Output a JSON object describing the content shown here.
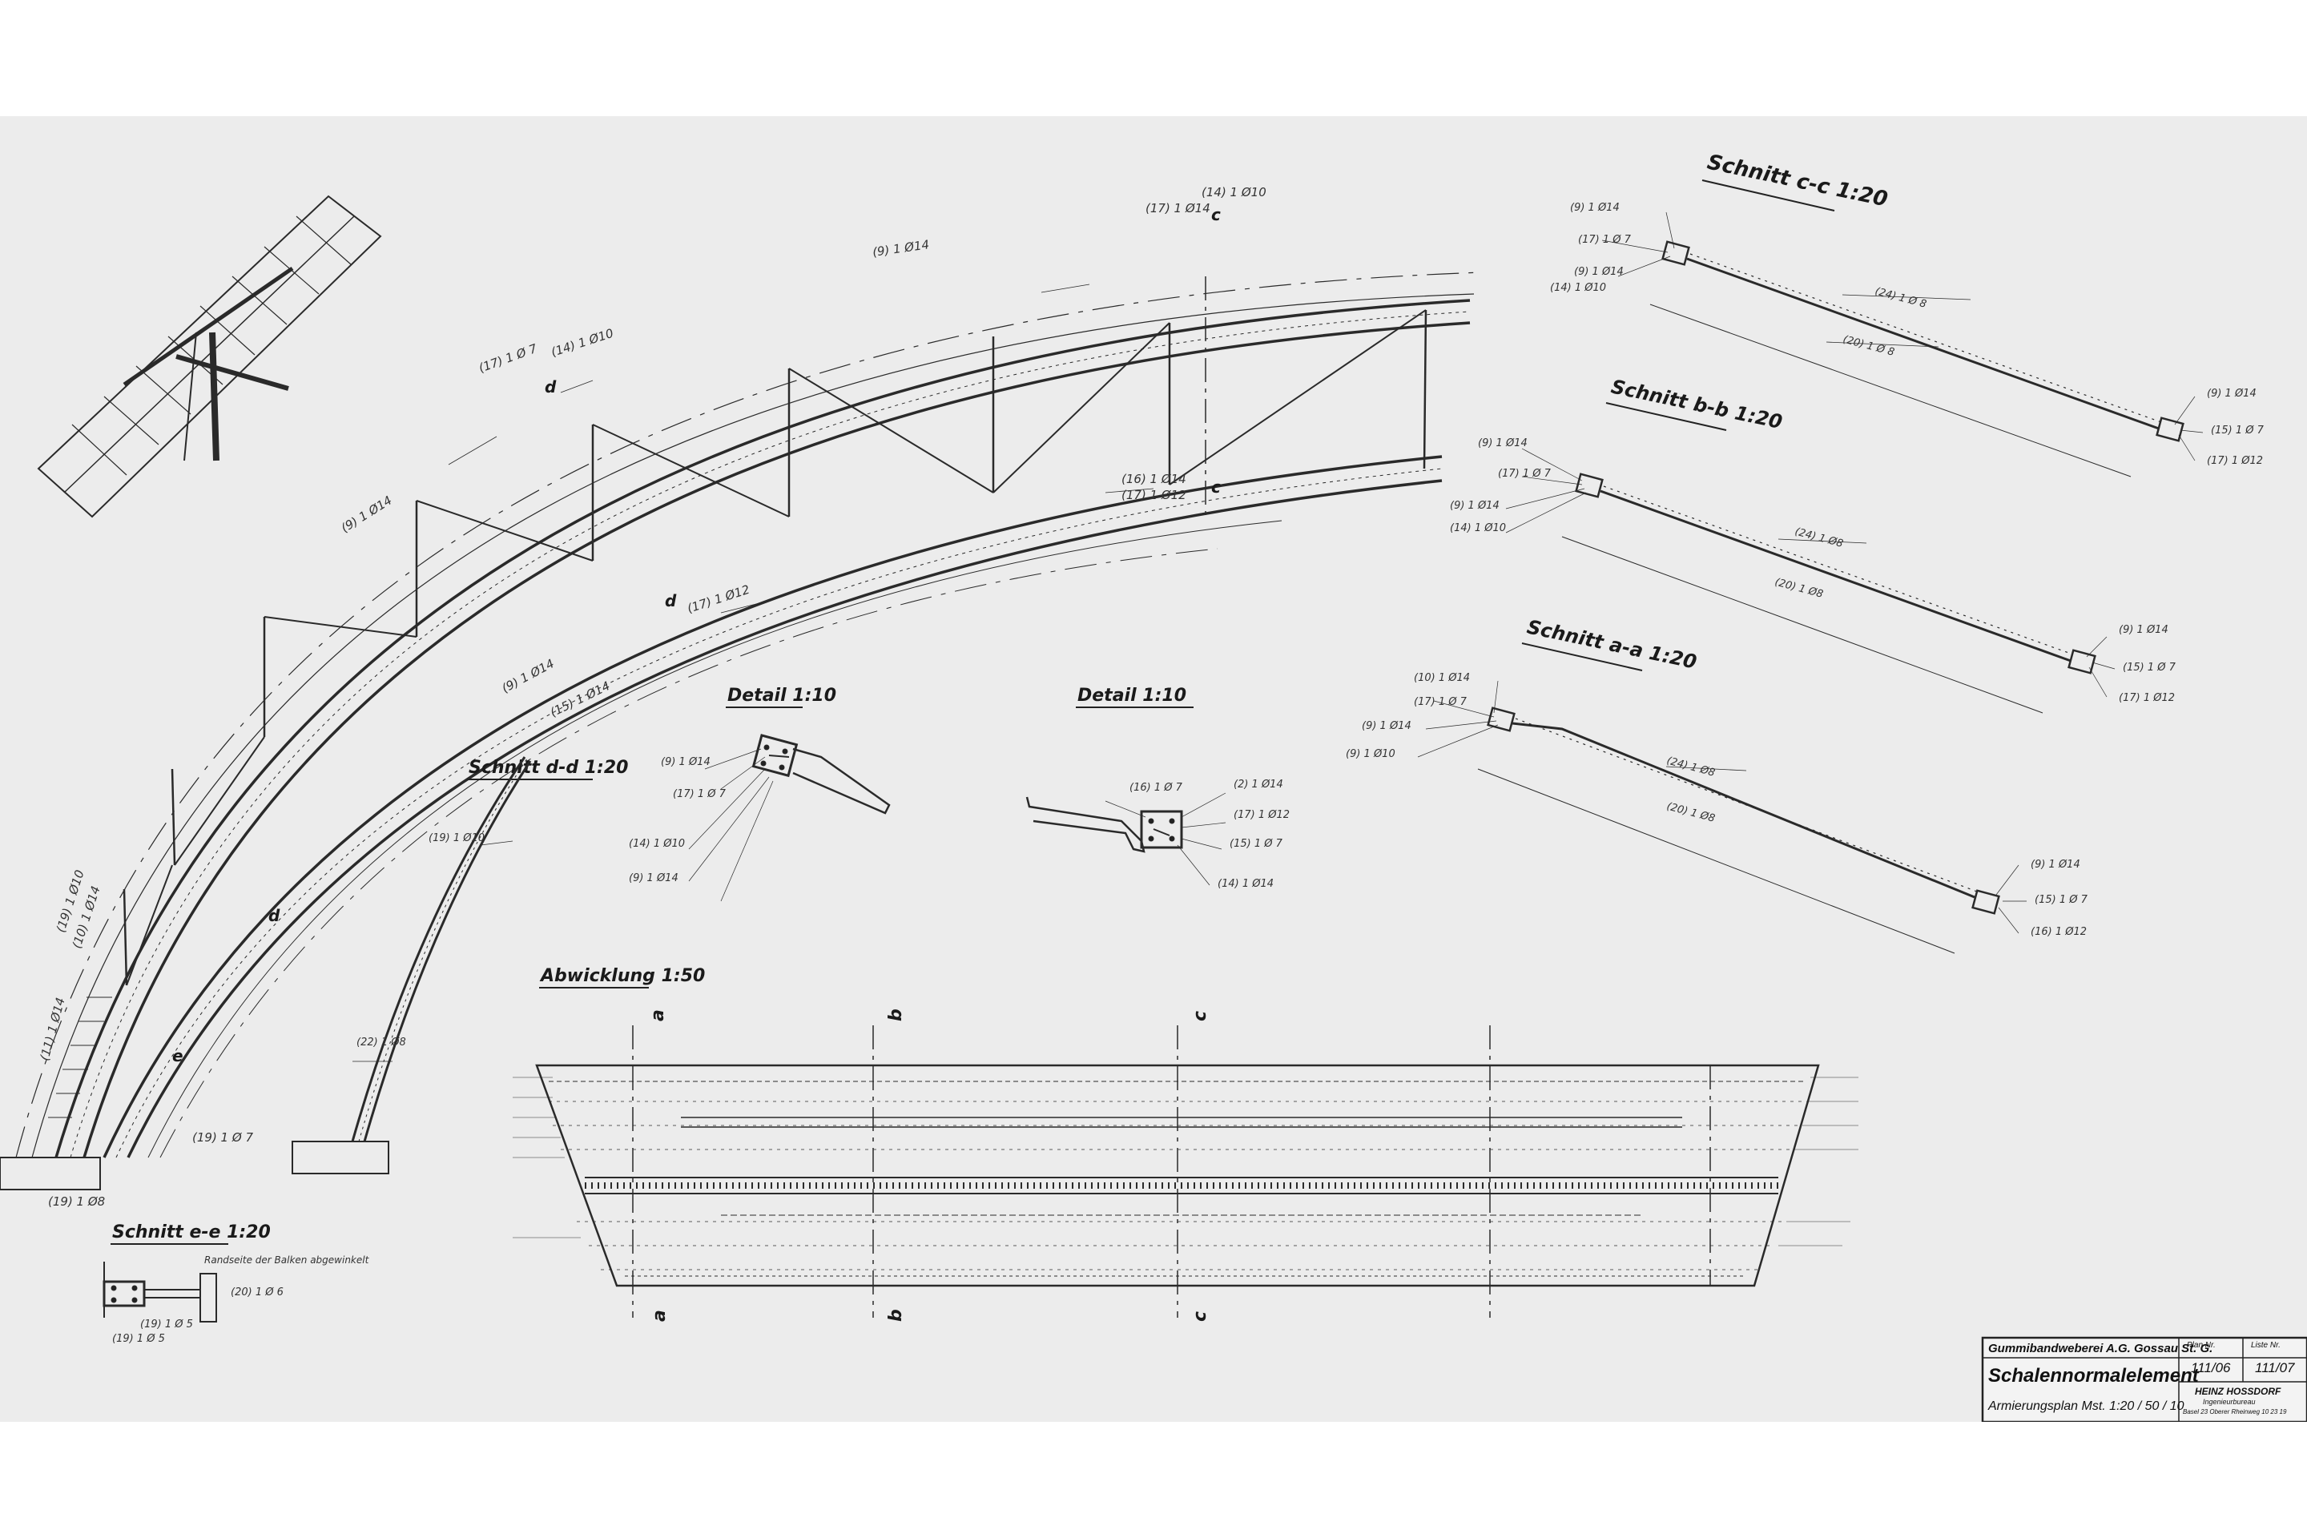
{
  "drawing": {
    "labels": {
      "schnitt_cc": "Schnitt c-c 1:20",
      "schnitt_bb": "Schnitt b-b 1:20",
      "schnitt_aa": "Schnitt a-a 1:20",
      "schnitt_dd": "Schnitt d-d 1:20",
      "schnitt_ee": "Schnitt e-e 1:20",
      "detail_left": "Detail 1:10",
      "detail_right": "Detail 1:10",
      "abwicklung": "Abwicklung 1:50"
    },
    "section_marks": {
      "a": "a",
      "b": "b",
      "c": "c",
      "d": "d",
      "e": "e"
    },
    "rebar_notes": {
      "arch_top": "(14) 1 Ø10",
      "arch_1": "(17) 1 Ø14",
      "arch_2": "(9) 1 Ø14",
      "arch_3": "(17) 1 Ø 7",
      "arch_4": "(14) 1 Ø10",
      "arch_5": "(9) 1 Ø14",
      "arch_6": "(16) 1 Ø14",
      "arch_7": "(17) 1 Ø12",
      "arch_8": "(17) 1 Ø12",
      "arch_9": "(9) 1 Ø14",
      "arch_10": "(15) 1 Ø14",
      "arch_11": "(19) 1 Ø10",
      "arch_12": "(10) 1 Ø14",
      "arch_13": "(11) 1 Ø14",
      "arch_14": "(19) 1 Ø 7",
      "arch_15": "(19) 1 Ø8",
      "cc_1": "(9) 1 Ø14",
      "cc_2": "(17) 1 Ø 7",
      "cc_3": "(9) 1 Ø14",
      "cc_4": "(14) 1 Ø10",
      "cc_5": "(24) 1 Ø 8",
      "cc_6": "(20) 1 Ø 8",
      "cc_7": "(9) 1 Ø14",
      "cc_8": "(15) 1 Ø 7",
      "cc_9": "(17) 1 Ø12",
      "bb_1": "(9) 1 Ø14",
      "bb_2": "(17) 1 Ø 7",
      "bb_3": "(9) 1 Ø14",
      "bb_4": "(14) 1 Ø10",
      "bb_5": "(24) 1 Ø8",
      "bb_6": "(20) 1 Ø8",
      "bb_7": "(9) 1 Ø14",
      "bb_8": "(15) 1 Ø 7",
      "bb_9": "(17) 1 Ø12",
      "aa_1": "(10) 1 Ø14",
      "aa_2": "(17) 1 Ø 7",
      "aa_3": "(9) 1 Ø14",
      "aa_4": "(9) 1 Ø10",
      "aa_5": "(24) 1 Ø8",
      "aa_6": "(20) 1 Ø8",
      "aa_7": "(9) 1 Ø14",
      "aa_8": "(15) 1 Ø 7",
      "aa_9": "(16) 1 Ø12",
      "dl_1": "(9) 1 Ø14",
      "dl_2": "(17) 1 Ø 7",
      "dl_3": "(14) 1 Ø10",
      "dl_4": "(9) 1 Ø14",
      "dr_1": "(16) 1 Ø 7",
      "dr_2": "(2) 1 Ø14",
      "dr_3": "(17) 1 Ø12",
      "dr_4": "(15) 1 Ø 7",
      "dr_5": "(14) 1 Ø14",
      "dd_1": "(19) 1 Ø10",
      "dd_2": "(22) 1 Ø8",
      "ee_1": "Randseite der Balken abgewinkelt",
      "ee_2": "(20) 1 Ø 6",
      "ee_3": "(19) 1 Ø 5",
      "ee_4": "(19) 1 Ø 5"
    }
  },
  "title_block": {
    "company": "Gummibandweberei A.G. Gossau St. G.",
    "plan_no_label": "Plan Nr.",
    "plan_no": "111/06",
    "liste_no_label": "Liste Nr.",
    "liste_no": "111/07",
    "title": "Schalennormalelement",
    "subtitle": "Armierungsplan  Mst. 1:20 / 50 / 10",
    "engineer": "HEINZ HOSSDORF",
    "engineer_sub": "Ingenieurbureau",
    "engineer_addr": "Basel 23 Oberer Rheinweg 10 23 19"
  }
}
